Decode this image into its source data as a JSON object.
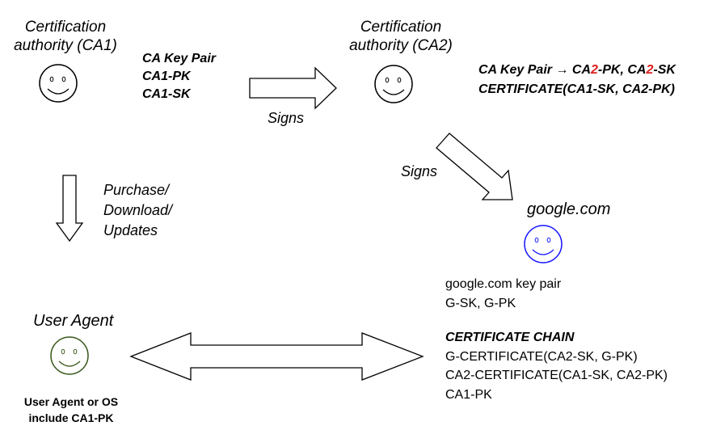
{
  "ca1": {
    "title_line1": "Certification",
    "title_line2": "authority (CA1)",
    "keys_heading": "CA Key Pair",
    "pk": "CA1-PK",
    "sk": "CA1-SK"
  },
  "ca2": {
    "title_line1": "Certification",
    "title_line2": "authority (CA2)",
    "keys_prefix": "CA Key Pair → CA",
    "keys_digit1": "2",
    "keys_mid": "-PK, CA",
    "keys_digit2": "2",
    "keys_suffix": "-SK",
    "certificate": "CERTIFICATE(CA1-SK, CA2-PK)"
  },
  "arrows": {
    "signs_ca1_to_ca2": "Signs",
    "signs_ca2_to_google": "Signs",
    "purchase_line1": "Purchase/",
    "purchase_line2": "Download/",
    "purchase_line3": "Updates"
  },
  "google": {
    "title": "google.com",
    "keypair_heading": "google.com key pair",
    "keypair_values": "G-SK, G-PK",
    "chain_heading": "CERTIFICATE CHAIN",
    "chain_items": [
      "G-CERTIFICATE(CA2-SK, G-PK)",
      "CA2-CERTIFICATE(CA1-SK, CA2-PK)",
      "CA1-PK"
    ]
  },
  "user_agent": {
    "title": "User Agent",
    "note_line1": "User Agent or OS",
    "note_line2": "include CA1-PK"
  },
  "colors": {
    "ca_face": "#000000",
    "google_face": "#1a1aff",
    "user_agent_face": "#3d5a1e",
    "highlight": "#e02020"
  },
  "icons": {
    "ca1": "smiley-face-icon",
    "ca2": "smiley-face-icon",
    "google": "smiley-face-icon",
    "user_agent": "smiley-face-icon"
  }
}
